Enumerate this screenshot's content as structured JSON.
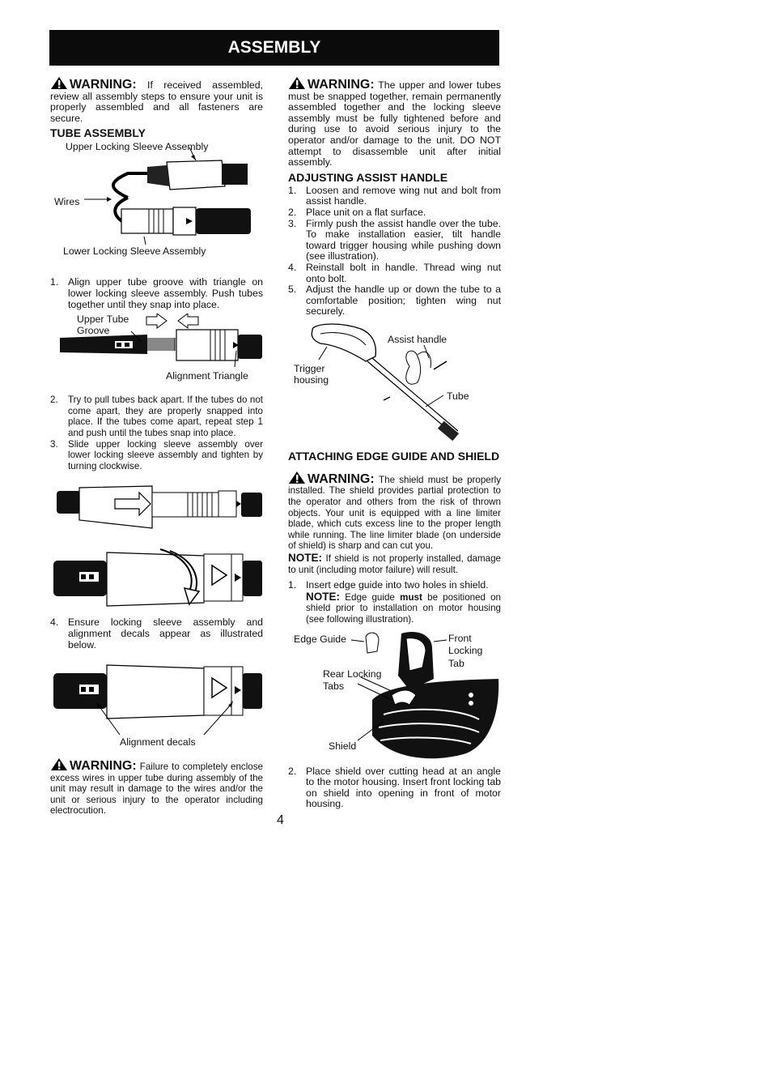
{
  "banner": {
    "title": "ASSEMBLY"
  },
  "left": {
    "warning1": {
      "label": "WARNING:",
      "text": "If received assembled, review all assembly steps to ensure your unit is properly assembled and all fasteners are secure."
    },
    "tube_heading": "TUBE ASSEMBLY",
    "fig1": {
      "upper_label": "Upper Locking Sleeve Assembly",
      "wires_label": "Wires",
      "lower_label": "Lower Locking Sleeve Assembly"
    },
    "step1": {
      "num": "1.",
      "text": "Align upper tube groove with triangle on lower locking sleeve assembly. Push tubes together until they snap into place."
    },
    "fig2": {
      "groove_line1": "Upper Tube",
      "groove_line2": "Groove",
      "triangle_label": "Alignment Triangle"
    },
    "step2": {
      "num": "2.",
      "text": "Try to pull tubes back apart. If the tubes do not come apart, they are properly snapped into place. If the tubes come apart, repeat step 1 and push until the tubes snap into place."
    },
    "step3": {
      "num": "3.",
      "text": "Slide upper locking sleeve assembly over lower locking sleeve assembly and tighten by turning clockwise."
    },
    "step4": {
      "num": "4.",
      "text": "Ensure locking sleeve assembly and alignment decals appear as illustrated below."
    },
    "fig5": {
      "decals_label": "Alignment decals"
    },
    "warning2": {
      "label": "WARNING:",
      "text": "Failure to completely enclose excess wires in upper tube during assembly of the unit may result in damage to the wires and/or the unit or serious injury to the operator including electrocution."
    }
  },
  "right": {
    "warning3": {
      "label": "WARNING:",
      "text": "The upper and lower tubes must be snapped together, remain permanently assembled together and the locking sleeve assembly must be fully tightened before and during use to avoid serious injury to the operator and/or damage to the unit. DO NOT attempt to disassemble unit after initial assembly."
    },
    "handle_heading": "ADJUSTING ASSIST HANDLE",
    "handle_steps": [
      {
        "num": "1.",
        "text": "Loosen and remove wing nut and bolt from assist handle."
      },
      {
        "num": "2.",
        "text": "Place unit on a flat surface."
      },
      {
        "num": "3.",
        "text": "Firmly push the assist handle over the tube. To make installation easier, tilt handle toward trigger housing while pushing down (see illustration)."
      },
      {
        "num": "4.",
        "text": "Reinstall bolt in handle. Thread wing nut onto bolt."
      },
      {
        "num": "5.",
        "text": "Adjust the handle up or down the tube to a comfortable position; tighten wing nut securely."
      }
    ],
    "fig6": {
      "assist_label": "Assist handle",
      "trigger_line1": "Trigger",
      "trigger_line2": "housing",
      "tube_label": "Tube"
    },
    "edge_heading": "ATTACHING EDGE GUIDE AND SHIELD",
    "warning4": {
      "label": "WARNING:",
      "text": "The shield must be properly installed. The shield provides partial protection to the operator and others from the risk of thrown objects. Your unit is equipped with a line limiter blade, which cuts excess line to the proper length while running. The line limiter blade (on underside of shield) is sharp and can cut you."
    },
    "note1": {
      "label": "NOTE:",
      "text": "If shield is not properly installed, damage to unit (including motor failure) will result."
    },
    "edge_step1": {
      "num": "1.",
      "text": "Insert edge guide into two holes in shield.",
      "note_label": "NOTE:",
      "note_pre": "Edge guide",
      "note_bold": "must",
      "note_post": "be positioned on shield prior to installation on motor housing (see following illustration)."
    },
    "fig7": {
      "edge_label": "Edge Guide",
      "front_line1": "Front",
      "front_line2": "Locking",
      "front_line3": "Tab",
      "rear_line1": "Rear Locking",
      "rear_line2": "Tabs",
      "shield_label": "Shield"
    },
    "edge_step2": {
      "num": "2.",
      "text": "Place shield over cutting head at an angle to the motor housing. Insert front locking tab on shield into opening in front of motor housing."
    }
  },
  "page_number": "4"
}
